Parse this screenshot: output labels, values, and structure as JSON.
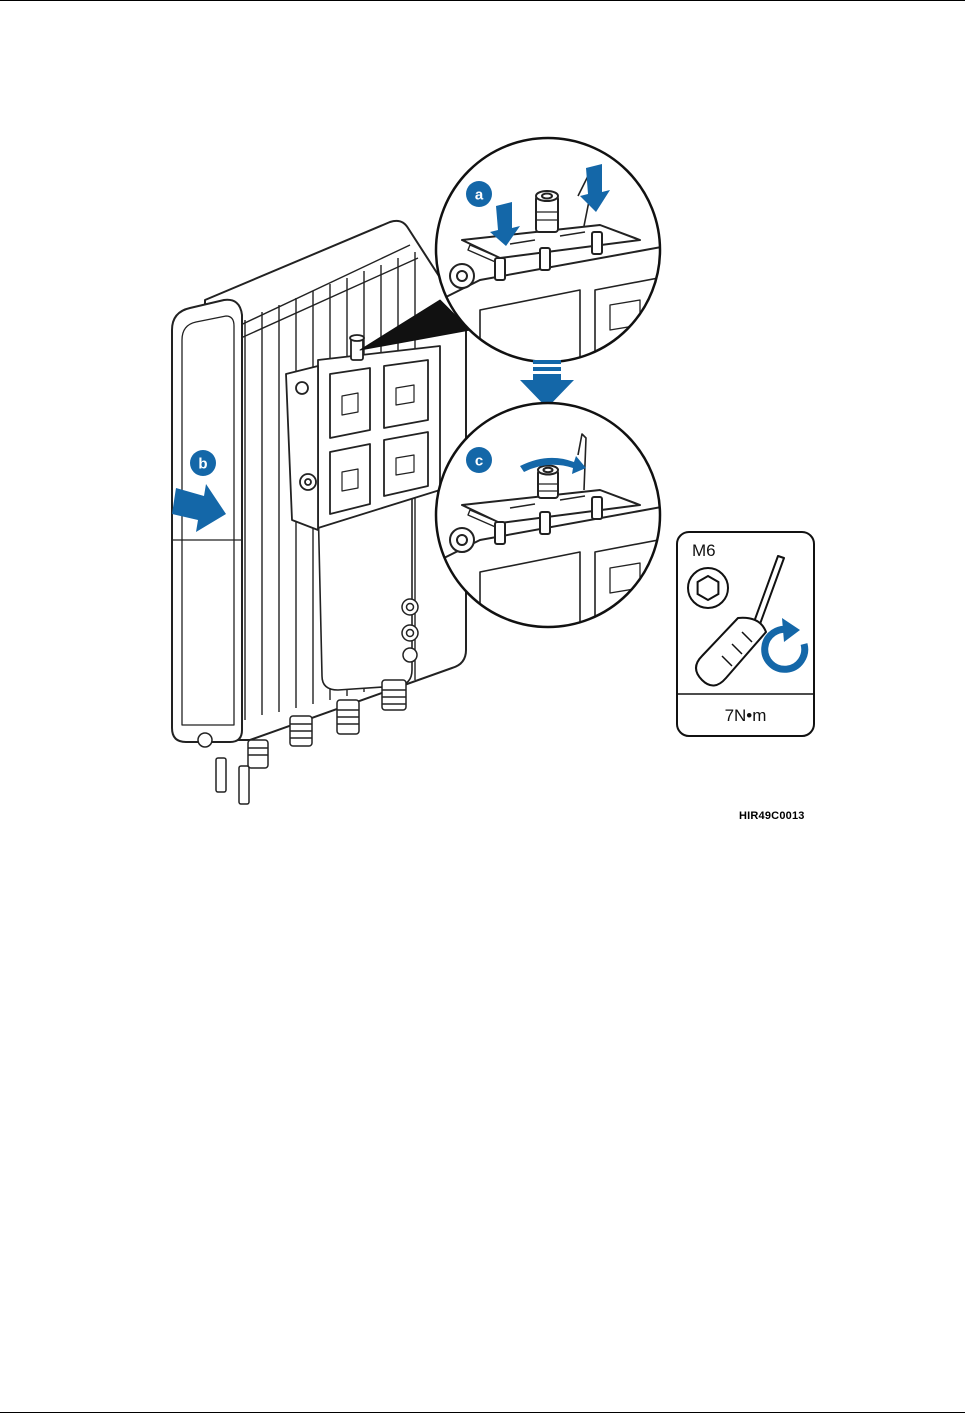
{
  "figure": {
    "steps": [
      "a",
      "b",
      "c"
    ],
    "spec": {
      "bolt_size": "M6",
      "torque": "7N•m"
    },
    "figure_code": "HIR49C0013",
    "icons": [
      "down-arrow-icon",
      "right-arrow-icon",
      "rotate-arrow-icon",
      "hex-bolt-icon",
      "torque-wrench-icon",
      "clockwise-arrow-icon"
    ],
    "colors": {
      "accent": "#1467a8",
      "line": "#222222",
      "fill": "#ffffff"
    }
  }
}
